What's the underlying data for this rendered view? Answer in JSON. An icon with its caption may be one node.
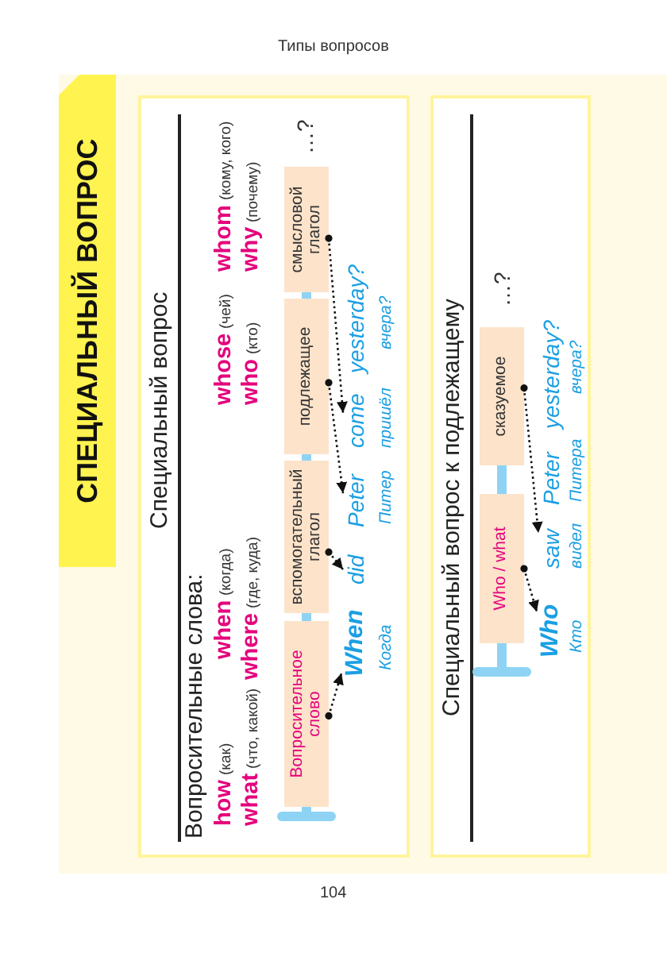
{
  "diagram": {
    "title": "СПЕЦИАЛЬНЫЙ ВОПРОС",
    "nodes": [
      {
        "text": [
          "Специальный вопрос"
        ]
      },
      {
        "text": [
          "Вопросительное слово"
        ],
        "in": 0
      },
      {
        "text": [
          "вспомогательный глагол"
        ],
        "in": 0
      },
      {
        "text": [
          "подлежащее"
        ],
        "in": 0
      },
      {
        "text": [
          "смысловой глагол"
        ],
        "in": 0
      },
      {
        "text": [
          "When"
        ],
        "in": 0,
        "beside": [
          "Когда"
        ]
      },
      {
        "text": [
          "did"
        ],
        "in": 0
      },
      {
        "text": [
          "Peter"
        ],
        "in": 0,
        "beside": [
          "Питер"
        ]
      },
      {
        "text": [
          "come"
        ],
        "in": 0,
        "beside": [
          "пришёл"
        ]
      },
      {
        "text": [
          "Специальный вопрос к подлежащему"
        ]
      },
      {
        "text": [
          "Who / what"
        ],
        "in": 9
      },
      {
        "text": [
          "сказуемое"
        ],
        "in": 9
      },
      {
        "text": [
          "Who"
        ],
        "in": 9,
        "beside": [
          "Кто"
        ]
      },
      {
        "text": [
          "saw"
        ],
        "in": 9,
        "beside": [
          "видел"
        ]
      }
    ],
    "edges": [
      {
        "from": 1,
        "to": 5,
        "arrow": "to",
        "style": "dashed"
      },
      {
        "from": 2,
        "to": 6,
        "arrow": "to",
        "style": "dashed"
      },
      {
        "from": 3,
        "to": 7,
        "arrow": "to",
        "style": "dashed"
      },
      {
        "from": 4,
        "to": 8,
        "arrow": "to",
        "style": "dashed"
      },
      {
        "from": null,
        "to": 1,
        "arrow": "other",
        "style": "thick",
        "color": "#8fd3f4"
      },
      {
        "from": 1,
        "to": 2,
        "arrow": "none",
        "style": "thick",
        "color": "#8fd3f4"
      },
      {
        "from": 2,
        "to": 3,
        "arrow": "none",
        "style": "thick",
        "color": "#8fd3f4"
      },
      {
        "from": 3,
        "to": 4,
        "arrow": "none",
        "style": "thick",
        "color": "#8fd3f4"
      },
      {
        "from": 10,
        "to": 12,
        "arrow": "to",
        "style": "dashed"
      },
      {
        "from": 11,
        "to": 13,
        "arrow": "to",
        "style": "dashed"
      },
      {
        "from": null,
        "to": 10,
        "arrow": "other",
        "style": "thick",
        "color": "#8fd3f4"
      },
      {
        "from": 10,
        "to": 11,
        "arrow": "none",
        "style": "thick",
        "color": "#8fd3f4"
      }
    ],
    "labels": [
      "Типы вопросов",
      "Вопросительные слова:",
      "how",
      "(как)",
      "when",
      "(когда)",
      "whose",
      "(чей)",
      "whom",
      "(кому, кого)",
      "what",
      "(что, какой)",
      "where",
      "(где, куда)",
      "who",
      "(кто)",
      "why",
      "(почему)",
      "…?",
      "yesterday?",
      "вчера?",
      "…?",
      "Peter",
      "yesterday?",
      "Питера",
      "вчера?",
      "104"
    ]
  }
}
